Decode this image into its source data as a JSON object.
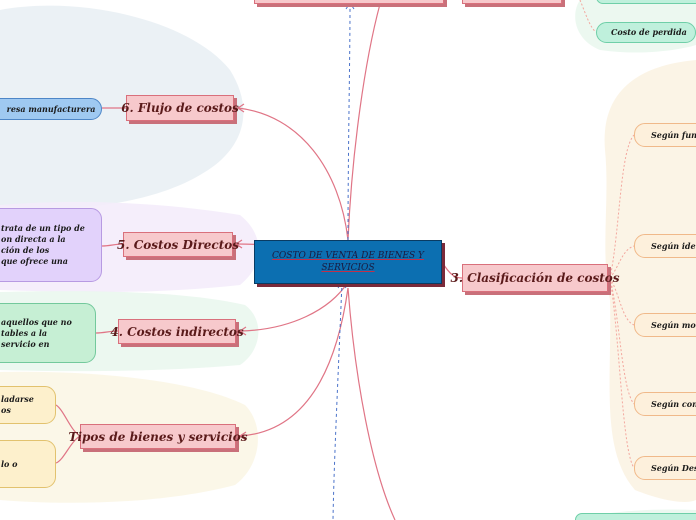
{
  "central": {
    "label": "COSTO DE VENTA DE BIENES Y SERVICIOS"
  },
  "topics": {
    "flujo": "6. Flujo de costos",
    "directos": "5. Costos Directos",
    "indirectos": "4. Costos indirectos",
    "tipos": "Tipos de bienes y servicios",
    "clasificacion": "3. Clasificación de costos"
  },
  "leaves": {
    "flujo_1": "resa manufacturera",
    "directos_1": "trata de un tipo de\non directa a la\nción de los\nque ofrece una",
    "indirectos_1": "aquellos que no\ntables a la\nservicio en",
    "tipos_1": "ladarse\nos",
    "tipos_2": "lo o",
    "perdida": "Costo de perdida",
    "segun_func": "Según func",
    "segun_iden": "Según iden",
    "segun_mom": "Según mom",
    "segun_cont": "Según cont",
    "segun_des": "Según Des"
  },
  "colors": {
    "connector": "#e07586",
    "dashed": "#4a72c9",
    "topic_fill": "#f7c9cc",
    "central_fill": "#0c6fb1"
  }
}
